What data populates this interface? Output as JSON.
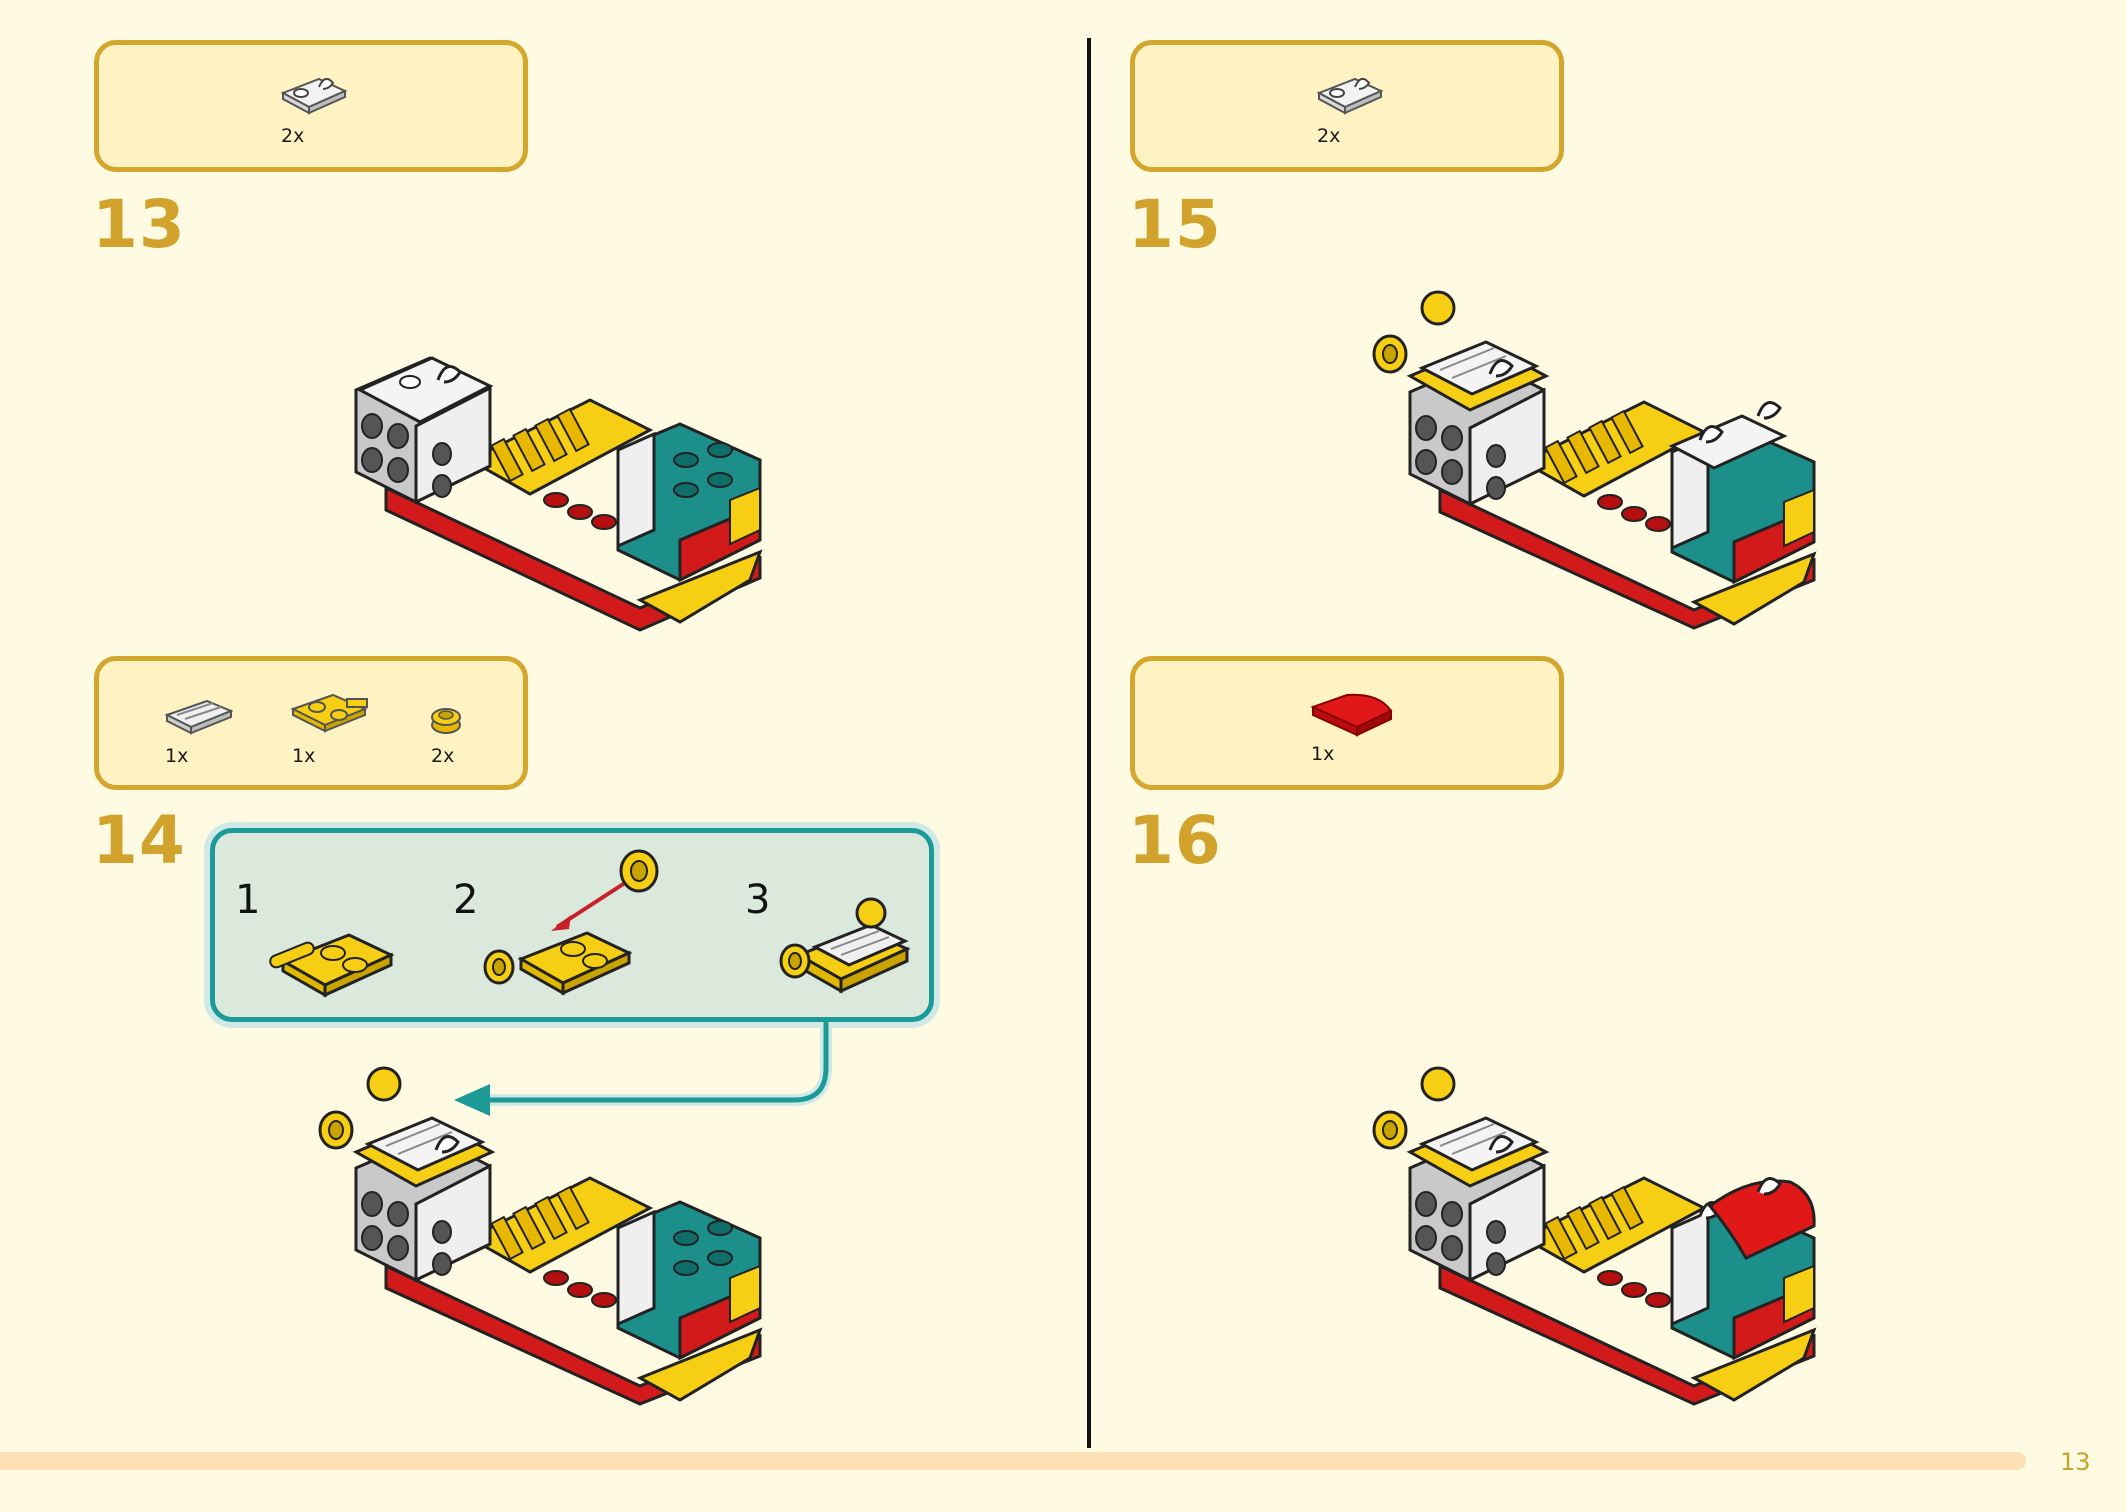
{
  "page_number": "13",
  "colors": {
    "background": "#fffbe3",
    "callout_fill": "#fff3c4",
    "callout_border": "#d3a62e",
    "step_number": "#d2a32c",
    "subassembly_border": "#1b9a98",
    "footer_bar": "#fde0b5"
  },
  "steps": [
    {
      "number": "13",
      "parts": [
        {
          "icon": "white-clip-plate-icon",
          "qty": "2x"
        }
      ]
    },
    {
      "number": "14",
      "parts": [
        {
          "icon": "white-grille-tile-icon",
          "qty": "1x"
        },
        {
          "icon": "yellow-bar-holder-plate-icon",
          "qty": "1x"
        },
        {
          "icon": "yellow-round-stud-icon",
          "qty": "2x"
        }
      ],
      "subassembly": [
        "1",
        "2",
        "3"
      ]
    },
    {
      "number": "15",
      "parts": [
        {
          "icon": "white-clip-plate-icon",
          "qty": "2x"
        }
      ]
    },
    {
      "number": "16",
      "parts": [
        {
          "icon": "red-curved-slope-icon",
          "qty": "1x"
        }
      ]
    }
  ]
}
